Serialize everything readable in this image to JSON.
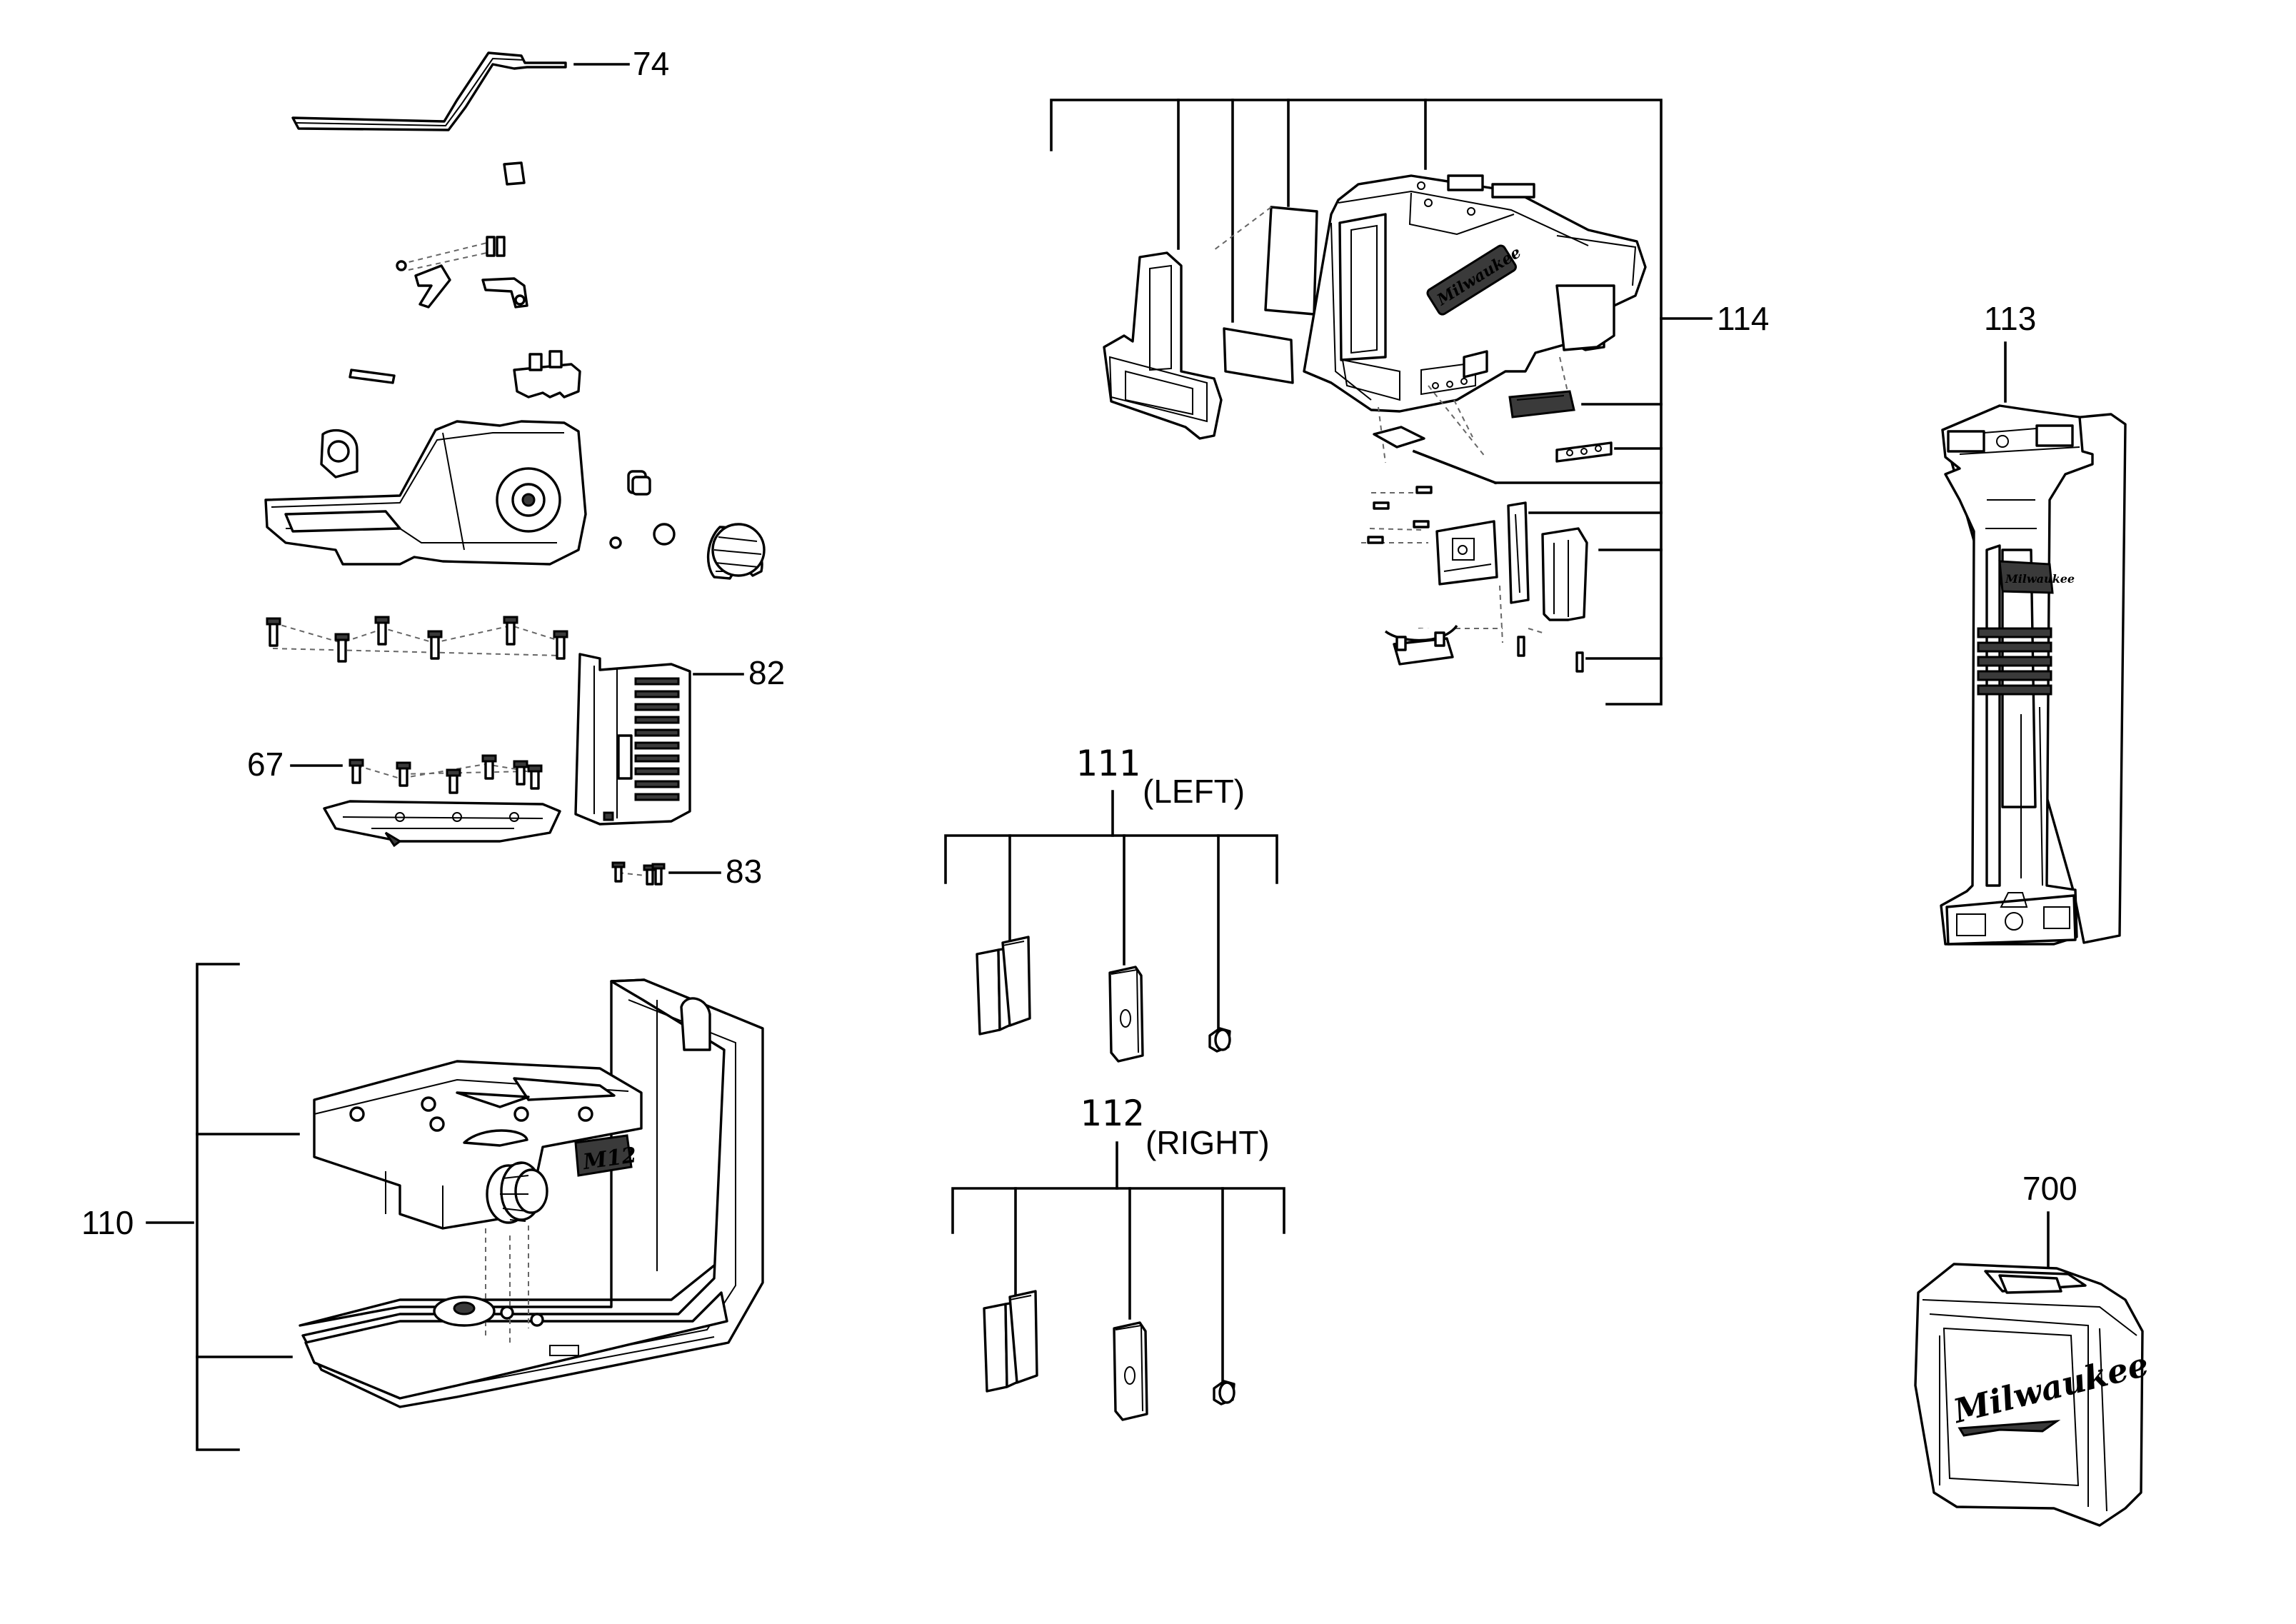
{
  "callouts": {
    "p74": "74",
    "p82": "82",
    "p67": "67",
    "p83": "83",
    "p110": "110",
    "p111": "111",
    "p111_side": "(LEFT)",
    "p112": "112",
    "p112_side": "(RIGHT)",
    "p113": "113",
    "p114": "114",
    "p700": "700"
  },
  "logos": {
    "brand": "Milwaukee",
    "battery": "M12"
  }
}
